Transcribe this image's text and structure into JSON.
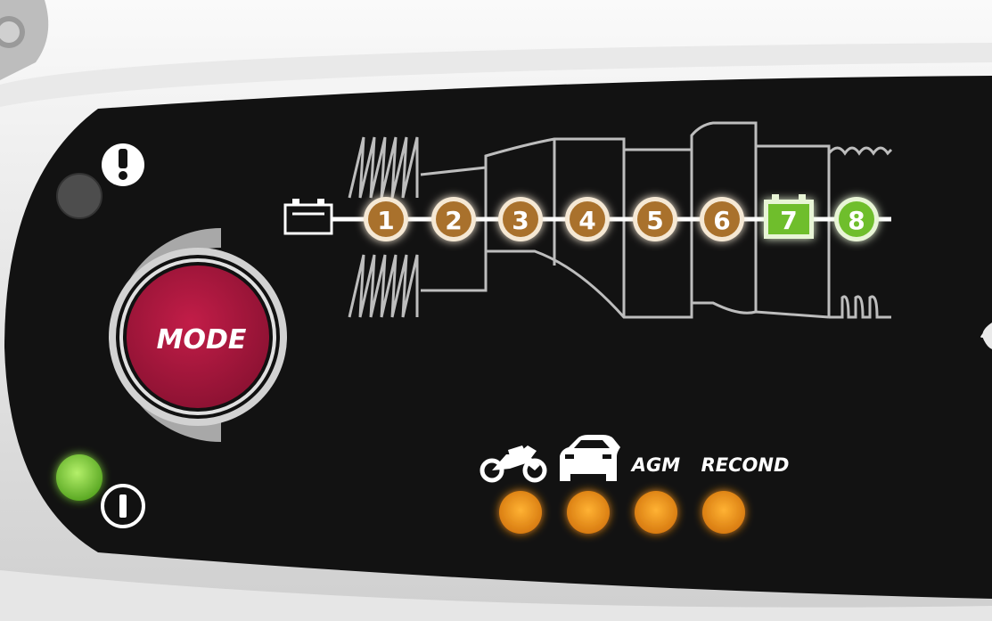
{
  "device": {
    "mode_button": {
      "label": "MODE"
    },
    "status_icons": {
      "error": "exclamation-icon",
      "power": "power-icon"
    },
    "power_led": {
      "state": "on",
      "color": "#8dd33c"
    },
    "error_led": {
      "state": "off",
      "color": "#5a5a5a"
    },
    "charging_steps": {
      "battery_icon": "battery-icon",
      "steps": [
        {
          "label": "1",
          "state": "on",
          "color": "#a9712c"
        },
        {
          "label": "2",
          "state": "on",
          "color": "#a9712c"
        },
        {
          "label": "3",
          "state": "on",
          "color": "#a9712c"
        },
        {
          "label": "4",
          "state": "on",
          "color": "#a9712c"
        },
        {
          "label": "5",
          "state": "on",
          "color": "#a9712c"
        },
        {
          "label": "6",
          "state": "on",
          "color": "#a9712c"
        },
        {
          "label": "7",
          "state": "on",
          "color": "#6fbe2c"
        },
        {
          "label": "8",
          "state": "on",
          "color": "#6fbe2c"
        }
      ]
    },
    "modes": [
      {
        "icon": "motorcycle-icon",
        "label": "",
        "led_color": "#f09a1e"
      },
      {
        "icon": "car-icon",
        "label": "",
        "led_color": "#f09a1e"
      },
      {
        "icon": "",
        "label": "AGM",
        "led_color": "#f09a1e"
      },
      {
        "icon": "",
        "label": "RECOND",
        "led_color": "#f09a1e"
      }
    ]
  }
}
